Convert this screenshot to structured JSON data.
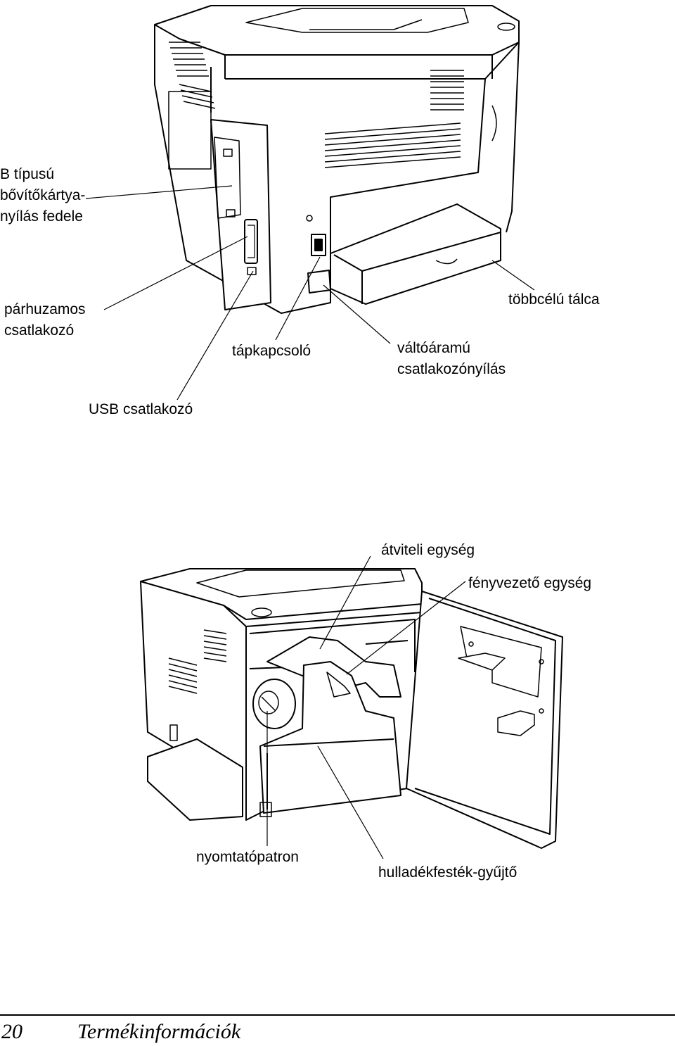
{
  "figure_top": {
    "labels": {
      "expansion_cover": [
        "B típusú",
        "bővítőkártya-",
        "nyílás fedele"
      ],
      "parallel": [
        "párhuzamos",
        "csatlakozó"
      ],
      "power_switch": "tápkapcsoló",
      "ac_inlet": [
        "váltóáramú",
        "csatlakozónyílás"
      ],
      "mp_tray": "többcélú tálca",
      "usb": "USB csatlakozó"
    }
  },
  "figure_bottom": {
    "labels": {
      "transfer_unit": "átviteli egység",
      "photoconductor": "fényvezető egység",
      "toner": "nyomtatópatron",
      "waste": "hulladékfesték-gyűjtő"
    }
  },
  "footer": {
    "page_number": "20",
    "chapter": "Termékinformációk"
  }
}
